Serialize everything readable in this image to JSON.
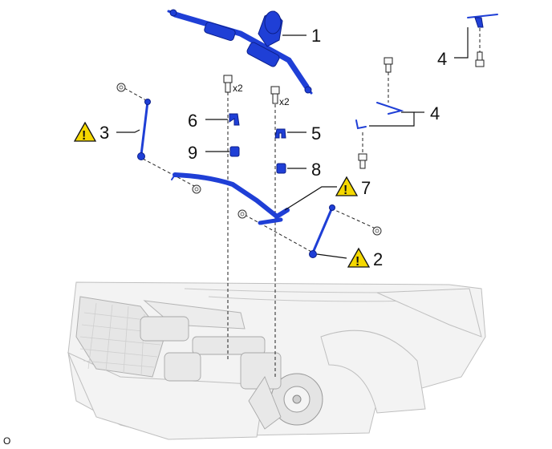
{
  "callouts": {
    "c1": "1",
    "c2": "2",
    "c3": "3",
    "c4a": "4",
    "c4b": "4",
    "c5": "5",
    "c6": "6",
    "c7": "7",
    "c8": "8",
    "c9": "9"
  },
  "quantities": {
    "left_bolt": "x2",
    "right_bolt": "x2"
  },
  "warning_glyph": "!",
  "corner_mark": "O",
  "colors": {
    "part_blue": "#1f3fd6",
    "warning_yellow": "#f5d800"
  }
}
